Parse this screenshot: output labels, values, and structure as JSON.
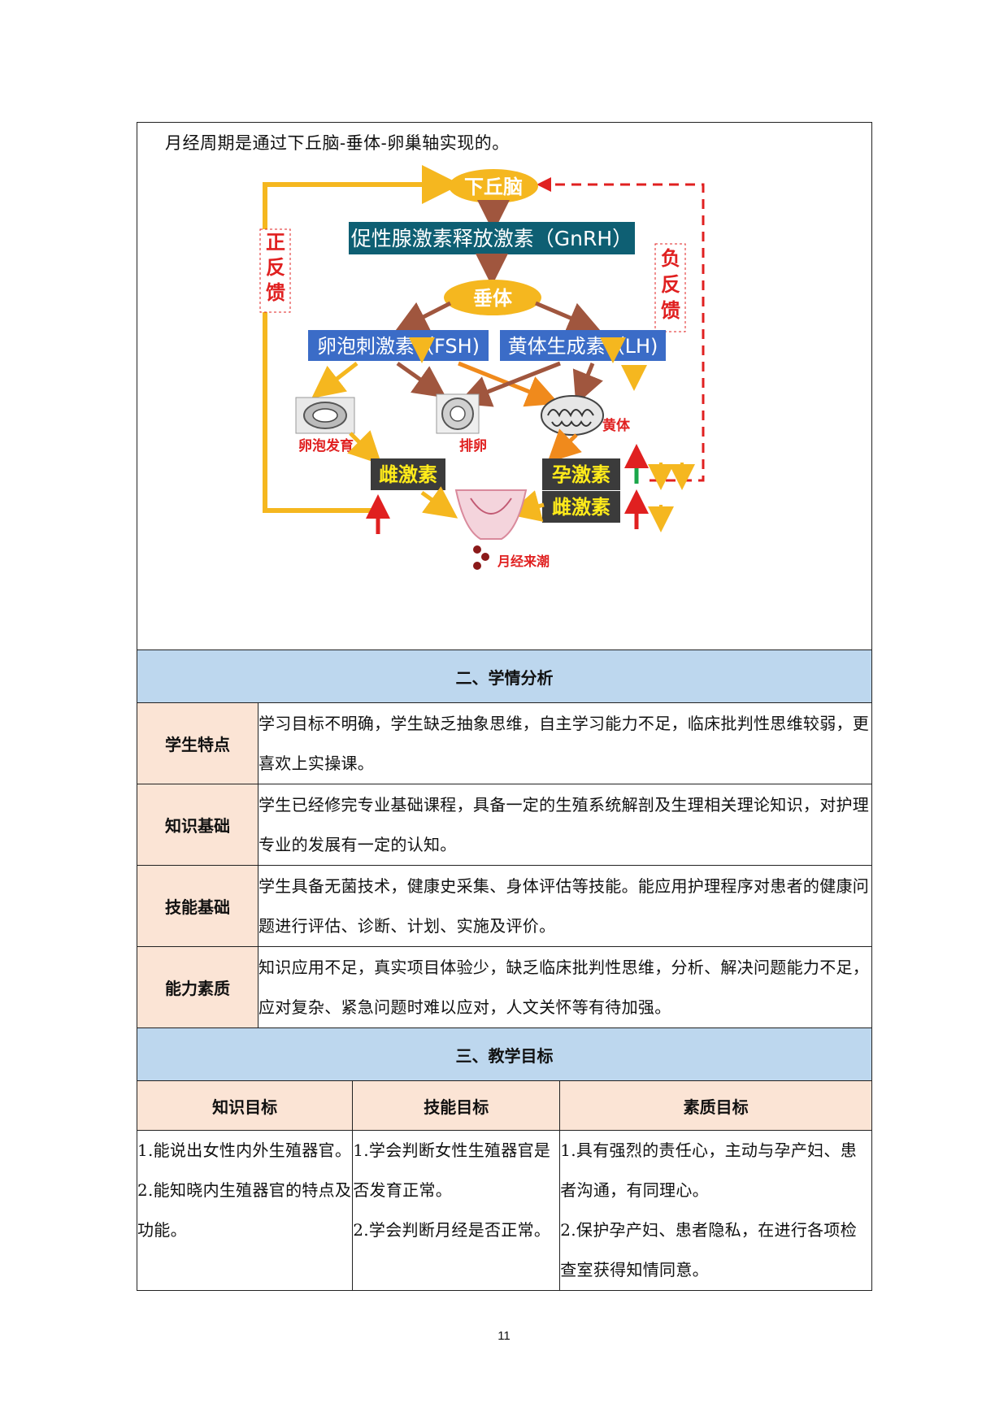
{
  "intro": {
    "text": "月经周期是通过下丘脑-垂体-卵巢轴实现的。"
  },
  "diagram": {
    "hypothalamus": "下丘脑",
    "gnrh": "促性腺激素释放激素（GnRH）",
    "pituitary": "垂体",
    "fsh": "卵泡刺激素（FSH)",
    "lh": "黄体生成素（LH)",
    "positive_feedback": "正反馈",
    "negative_feedback": "负反馈",
    "follicle_development": "卵泡发育",
    "ovulation": "排卵",
    "corpus_luteum": "黄体",
    "estrogen": "雌激素",
    "progesterone": "孕激素",
    "estrogen_2": "雌激素",
    "menstruation": "月经来潮",
    "colors": {
      "yellow_arrow": "#f5b71f",
      "brown_arrow": "#a0563e",
      "orange_arrow": "#f08a1c",
      "red_feedback": "#e02020",
      "teal_box": "#0e5f73",
      "blue_box": "#3b6cc7",
      "hormone_box": "#3b3b3b",
      "hormone_text": "#ffeb1a"
    }
  },
  "section2": {
    "title": "二、学情分析",
    "rows": [
      {
        "label": "学生特点",
        "text": "学习目标不明确，学生缺乏抽象思维，自主学习能力不足，临床批判性思维较弱，更喜欢上实操课。"
      },
      {
        "label": "知识基础",
        "text": "学生已经修完专业基础课程，具备一定的生殖系统解剖及生理相关理论知识，对护理专业的发展有一定的认知。"
      },
      {
        "label": "技能基础",
        "text": "学生具备无菌技术，健康史采集、身体评估等技能。能应用护理程序对患者的健康问题进行评估、诊断、计划、实施及评价。"
      },
      {
        "label": "能力素质",
        "text": "知识应用不足，真实项目体验少，缺乏临床批判性思维，分析、解决问题能力不足，应对复杂、紧急问题时难以应对，人文关怀等有待加强。"
      }
    ]
  },
  "section3": {
    "title": "三、教学目标",
    "columns": [
      "知识目标",
      "技能目标",
      "素质目标"
    ],
    "goals": [
      [
        "1.能说出女性内外生殖器官。",
        "2.能知晓内生殖器官的特点及功能。"
      ],
      [
        "1.学会判断女性生殖器官是否发育正常。",
        "2.学会判断月经是否正常。"
      ],
      [
        "1.具有强烈的责任心，主动与孕产妇、患者沟通，有同理心。",
        "2.保护孕产妇、患者隐私，在进行各项检查室获得知情同意。"
      ]
    ]
  },
  "page_number": "11"
}
